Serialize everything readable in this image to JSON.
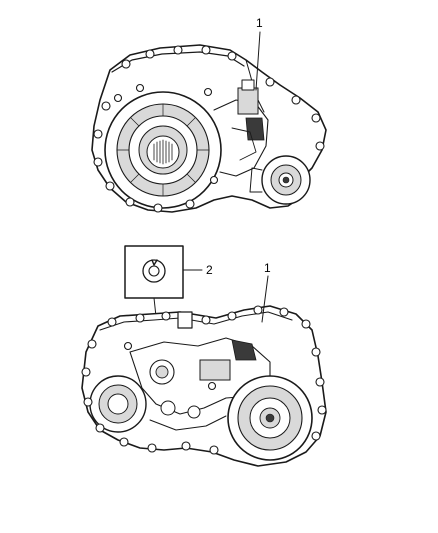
{
  "callouts": {
    "top_part": "1",
    "inset_part": "2",
    "bottom_part": "1"
  },
  "icons": {
    "upper_assembly": "transfer-case-rear-view-icon",
    "lower_assembly": "transfer-case-front-view-icon",
    "inset": "seal-ring-icon"
  }
}
